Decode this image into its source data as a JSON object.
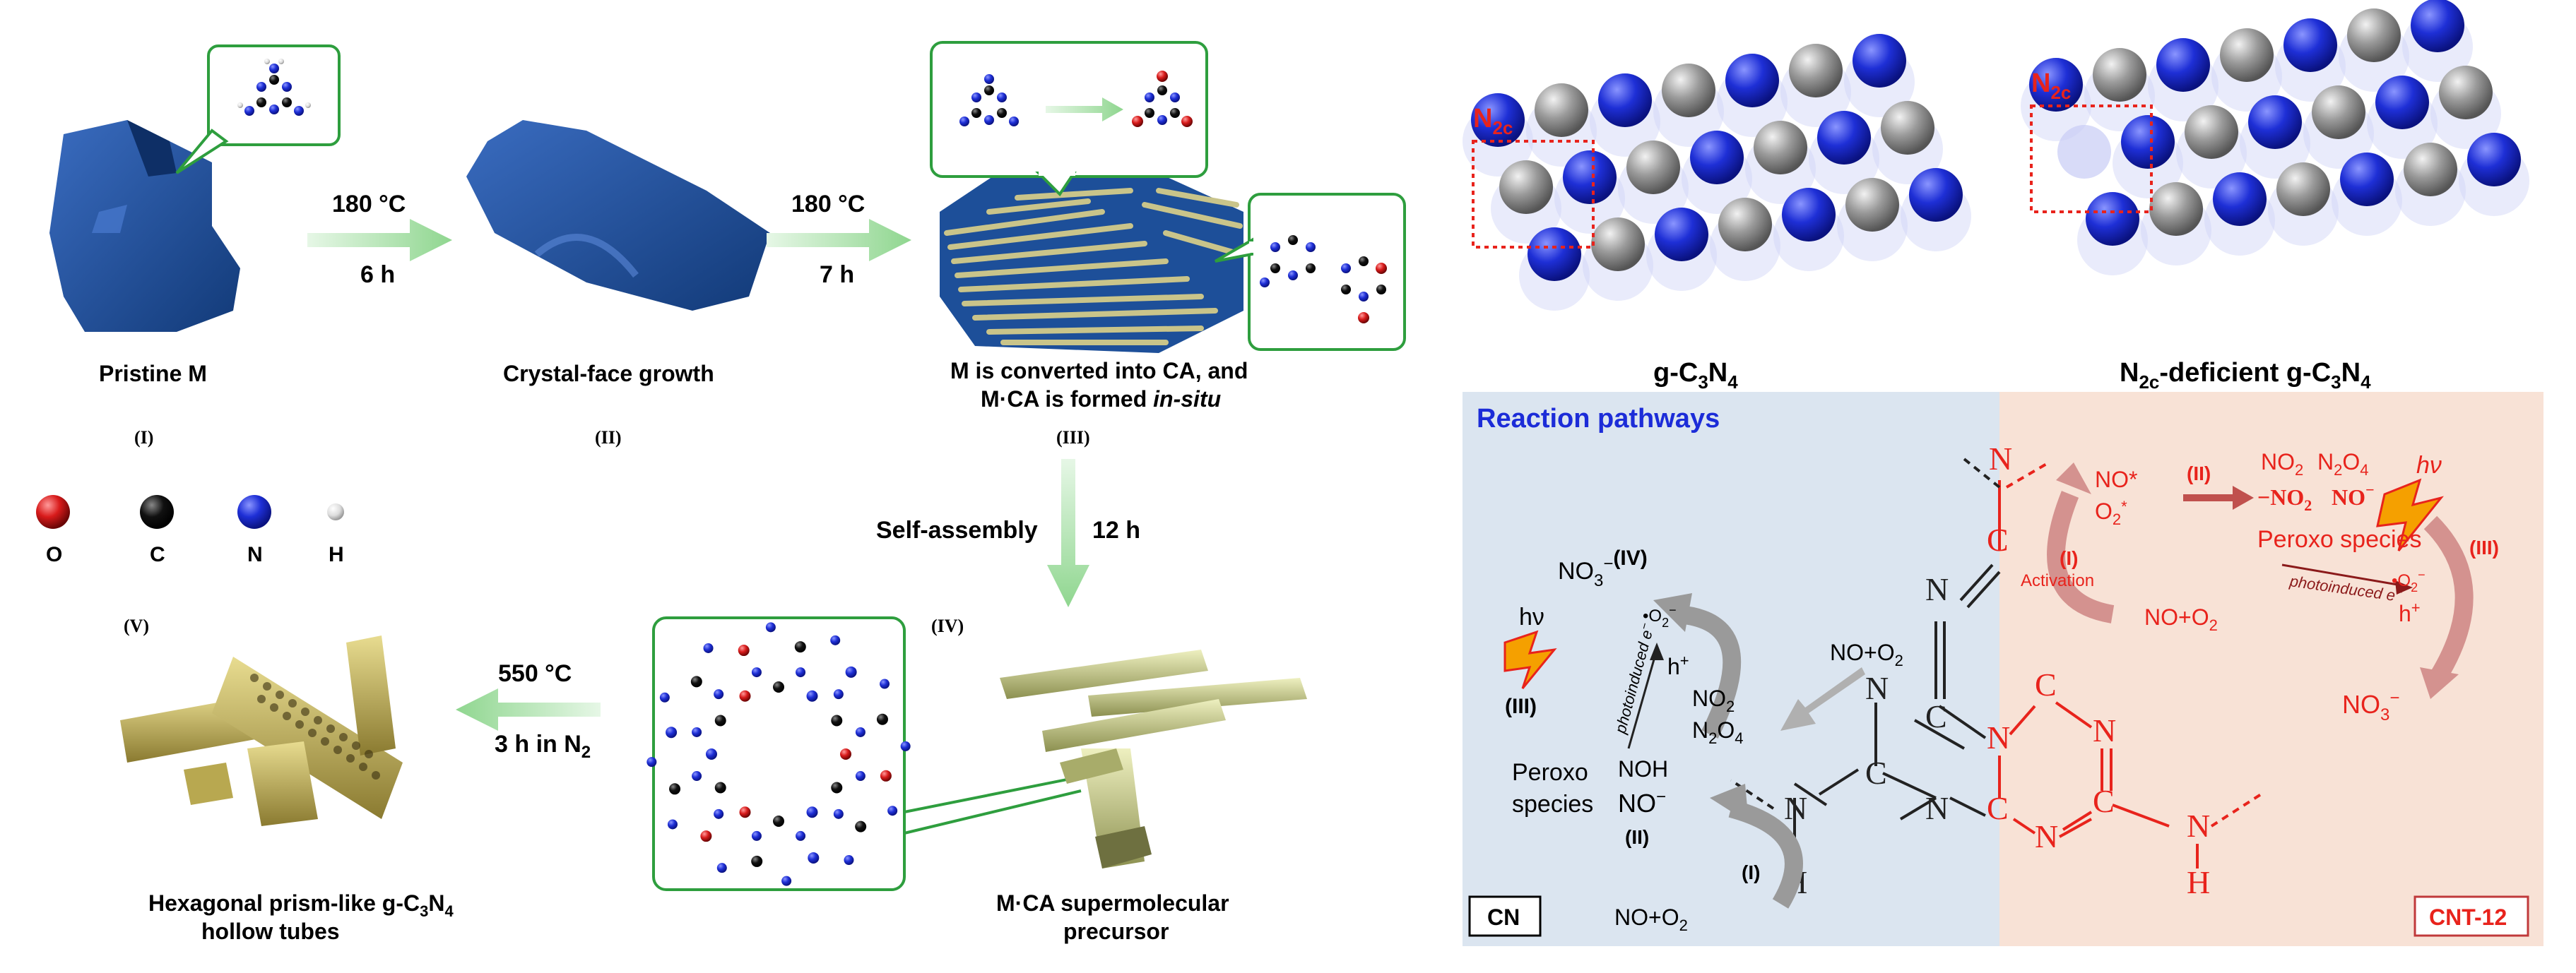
{
  "steps": {
    "s1": {
      "temp": "180 °C",
      "time": "6 h"
    },
    "s2": {
      "temp": "180 °C",
      "time": "7 h"
    },
    "s3": {
      "label": "Self-assembly",
      "time": "12 h"
    },
    "s4": {
      "temp": "550 °C",
      "time": "3 h in N",
      "time_sub": "2"
    }
  },
  "stages": {
    "i": {
      "roman": "(I)",
      "caption": "Pristine M"
    },
    "ii": {
      "roman": "(II)",
      "caption": "Crystal-face growth"
    },
    "iii": {
      "roman": "(III)",
      "caption_1": "M is converted into CA, and",
      "caption_2a": "M·CA is formed ",
      "caption_2b": "in-situ"
    },
    "iv": {
      "roman": "(IV)",
      "caption_1": "M·CA  supermolecular",
      "caption_2": "precursor"
    },
    "v": {
      "roman": "(V)",
      "caption_1a": "Hexagonal prism-like g-C",
      "sub1": "3",
      "caption_1b": "N",
      "sub2": "4",
      "caption_2": "hollow tubes"
    }
  },
  "atom_legend": [
    {
      "symbol": "O",
      "color": "#d81b1b"
    },
    {
      "symbol": "C",
      "color": "#111111"
    },
    {
      "symbol": "N",
      "color": "#1e2fd6"
    },
    {
      "symbol": "H",
      "color": "#d8d8d8"
    }
  ],
  "structures": {
    "left": {
      "label": "g-C",
      "sub1": "3",
      "mid": "N",
      "sub2": "4",
      "site": "N",
      "site_sub": "2c"
    },
    "right": {
      "label_pre": "N",
      "label_pre_sub": "2c",
      "label": "-deficient g-C",
      "sub1": "3",
      "mid": "N",
      "sub2": "4",
      "site": "N",
      "site_sub": "2c"
    }
  },
  "mechanism": {
    "title": "Reaction pathways",
    "cn_box": "CN",
    "cnt_box": "CNT-12",
    "cn_side": {
      "no3": "NO",
      "no3_sub": "3",
      "no3_sup": "−",
      "step_iv": "(IV)",
      "o2rad": "•O",
      "o2rad_sub": "2",
      "o2rad_sup": "−",
      "hv": "hν",
      "step_iii": "(III)",
      "photo": "photoinduced e",
      "photo_sup": "−",
      "hplus": "h",
      "hplus_sup": "+",
      "peroxo_1": "Peroxo",
      "peroxo_2": "species",
      "no2": "NO",
      "no2_sub": "2",
      "n2o4": "N",
      "n2o4_sub1": "2",
      "n2o4_mid": "O",
      "n2o4_sub2": "4",
      "noh": "NOH",
      "nominus": "NO",
      "nominus_sup": "−",
      "step_ii": "(II)",
      "step_i": "(I)",
      "feed": "NO+O",
      "feed_sub": "2",
      "mid_feed": "NO+O",
      "mid_feed_sub": "2"
    },
    "cnt_side": {
      "no_star": "NO*",
      "o2_star": "O",
      "o2_star_sub": "2",
      "o2_star_sup": "*",
      "step_i": "(I)",
      "activation": "Activation",
      "feed": "NO+O",
      "feed_sub": "2",
      "step_ii": "(II)",
      "no2": "NO",
      "no2_sub": "2",
      "n2o4": "N",
      "n2o4_sub1": "2",
      "n2o4_mid": "O",
      "n2o4_sub2": "4",
      "no2_bond": "−NO",
      "no2_bond_sub": "2",
      "no_minus": "NO",
      "no_minus_sup": "−",
      "peroxo": "Peroxo species",
      "hv": "hν",
      "step_iii": "(III)",
      "o2rad": "•O",
      "o2rad_sub": "2",
      "o2rad_sup": "−",
      "photo": "photoinduced e",
      "photo_sup": "−",
      "hplus": "h",
      "hplus_sup": "+",
      "no3": "NO",
      "no3_sub": "3",
      "no3_sup": "−"
    },
    "atoms": {
      "n": "N",
      "c": "C",
      "h": "H"
    }
  },
  "colors": {
    "cn_bg": "#dbe5f0",
    "cnt_bg": "#f8e2d6",
    "title_blue": "#1c2cd8",
    "red": "#e8231c",
    "green_box": "#2e9e3e",
    "arrow_green": "#b8e6b8",
    "crystal": "#1d4f99",
    "tube": "#c9bb6a"
  }
}
